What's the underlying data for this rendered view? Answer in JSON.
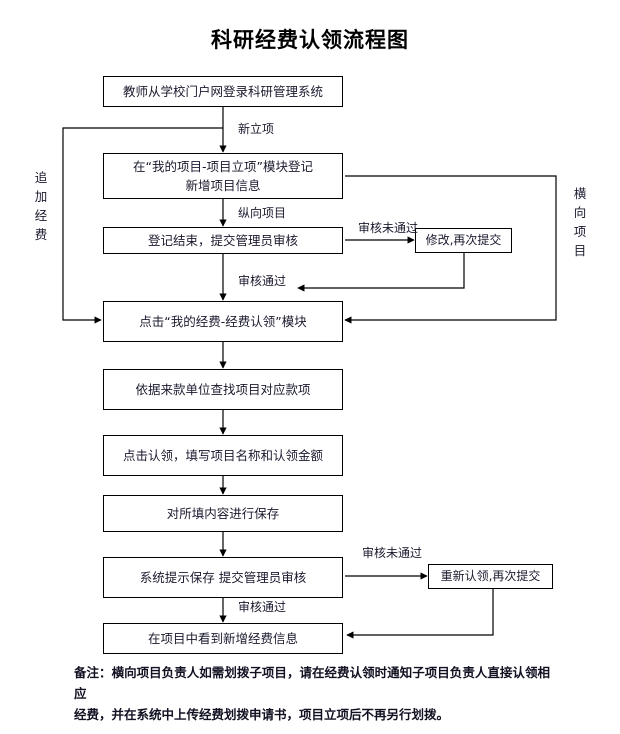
{
  "title": "科研经费认领流程图",
  "flow": {
    "nodes": [
      {
        "id": "login",
        "label": "教师从学校门户网登录科研管理系统"
      },
      {
        "id": "register",
        "label": "在“我的项目-项目立项”模块登记\n新增项目信息"
      },
      {
        "id": "submit",
        "label": "登记结束，提交管理员审核"
      },
      {
        "id": "revise",
        "label": "修改,再次提交"
      },
      {
        "id": "claimmod",
        "label": "点击“我的经费-经费认领”模块"
      },
      {
        "id": "findfund",
        "label": "依据来款单位查找项目对应款项"
      },
      {
        "id": "fillin",
        "label": "点击认领，填写项目名称和认领金额"
      },
      {
        "id": "save",
        "label": "对所填内容进行保存"
      },
      {
        "id": "audit",
        "label": "系统提示保存  提交管理员审核"
      },
      {
        "id": "reclaim",
        "label": "重新认领,再次提交"
      },
      {
        "id": "result",
        "label": "在项目中看到新增经费信息"
      }
    ],
    "edge_labels": {
      "new_project": "新立项",
      "vertical_project": "纵向项目",
      "audit_failed_1": "审核未通过",
      "audit_passed_1": "审核通过",
      "audit_failed_2": "审核未通过",
      "audit_passed_2": "审核通过"
    },
    "side_labels": {
      "left": "追加经费",
      "right": "横向项目"
    }
  },
  "footnote": {
    "line1": "备注：横向项目负责人如需划拨子项目，请在经费认领时通知子项目负责人直接认领相应",
    "line2": "经费，并在系统中上传经费划拨申请书，项目立项后不再另行划拨。"
  },
  "colors": {
    "stroke": "#000000",
    "text": "#1a1a2e",
    "background": "#ffffff"
  }
}
